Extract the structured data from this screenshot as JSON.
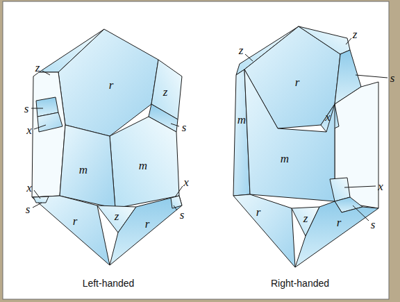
{
  "diagram": {
    "labels": [
      "z",
      "r",
      "z",
      "s",
      "x",
      "s",
      "m",
      "m",
      "x",
      "x",
      "s",
      "s",
      "z",
      "r",
      "r",
      "Left-handed",
      "z",
      "z",
      "r",
      "s",
      "m",
      "x",
      "m",
      "x",
      "s",
      "r",
      "z",
      "r",
      "Right-handed"
    ]
  }
}
